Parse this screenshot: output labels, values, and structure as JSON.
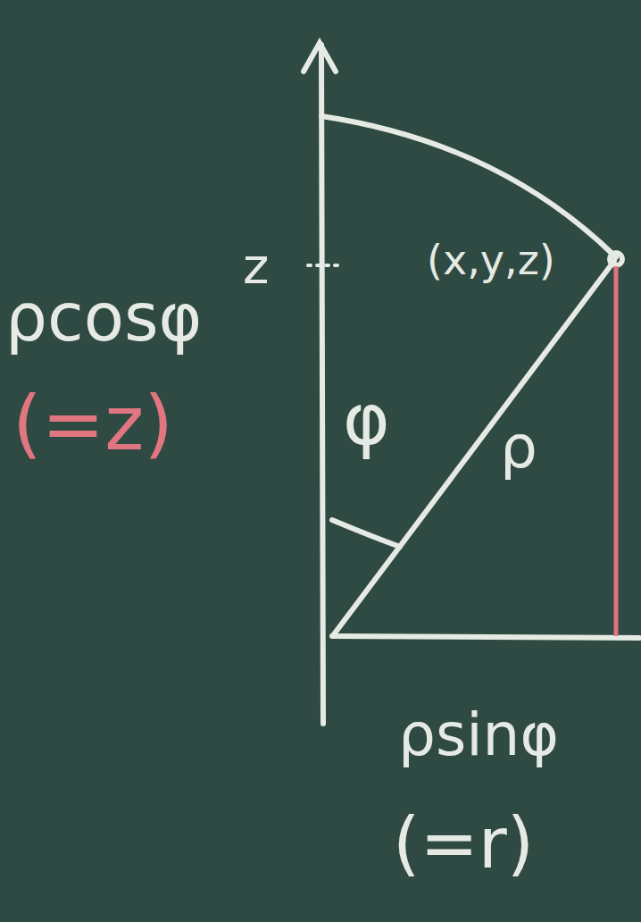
{
  "diagram": {
    "labels": [
      "ρcosφ",
      "(=z)",
      "z",
      "(x,y,z)",
      "φ",
      "ρ",
      "ρsinφ",
      "(=r)"
    ]
  }
}
